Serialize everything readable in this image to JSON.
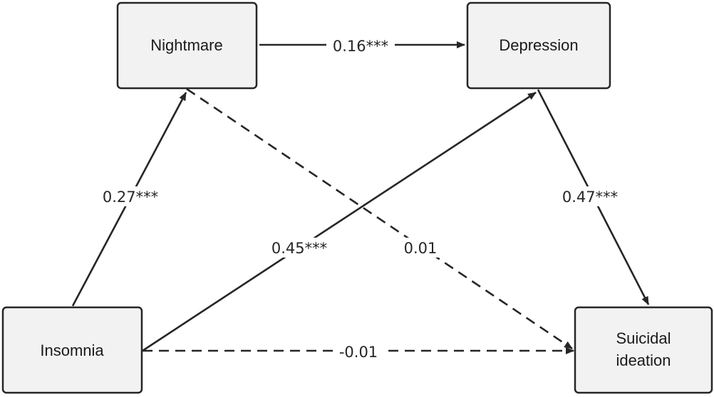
{
  "nodes": {
    "nightmare": {
      "label": "Nightmare"
    },
    "depression": {
      "label": "Depression"
    },
    "insomnia": {
      "label": "Insomnia"
    },
    "suicidal": {
      "label_line1": "Suicidal",
      "label_line2": "ideation"
    }
  },
  "paths": {
    "nightmare_to_depression": {
      "coefficient": "0.16***",
      "style": "solid"
    },
    "insomnia_to_nightmare": {
      "coefficient": "0.27***",
      "style": "solid"
    },
    "insomnia_to_depression": {
      "coefficient": "0.45***",
      "style": "solid"
    },
    "depression_to_suicidal": {
      "coefficient": "0.47***",
      "style": "solid"
    },
    "nightmare_to_suicidal": {
      "coefficient": "0.01",
      "style": "dashed"
    },
    "insomnia_to_suicidal": {
      "coefficient": "-0.01",
      "style": "dashed"
    }
  },
  "colors": {
    "line": "#262626",
    "box_fill": "#f2f2f2",
    "background": "#ffffff"
  }
}
